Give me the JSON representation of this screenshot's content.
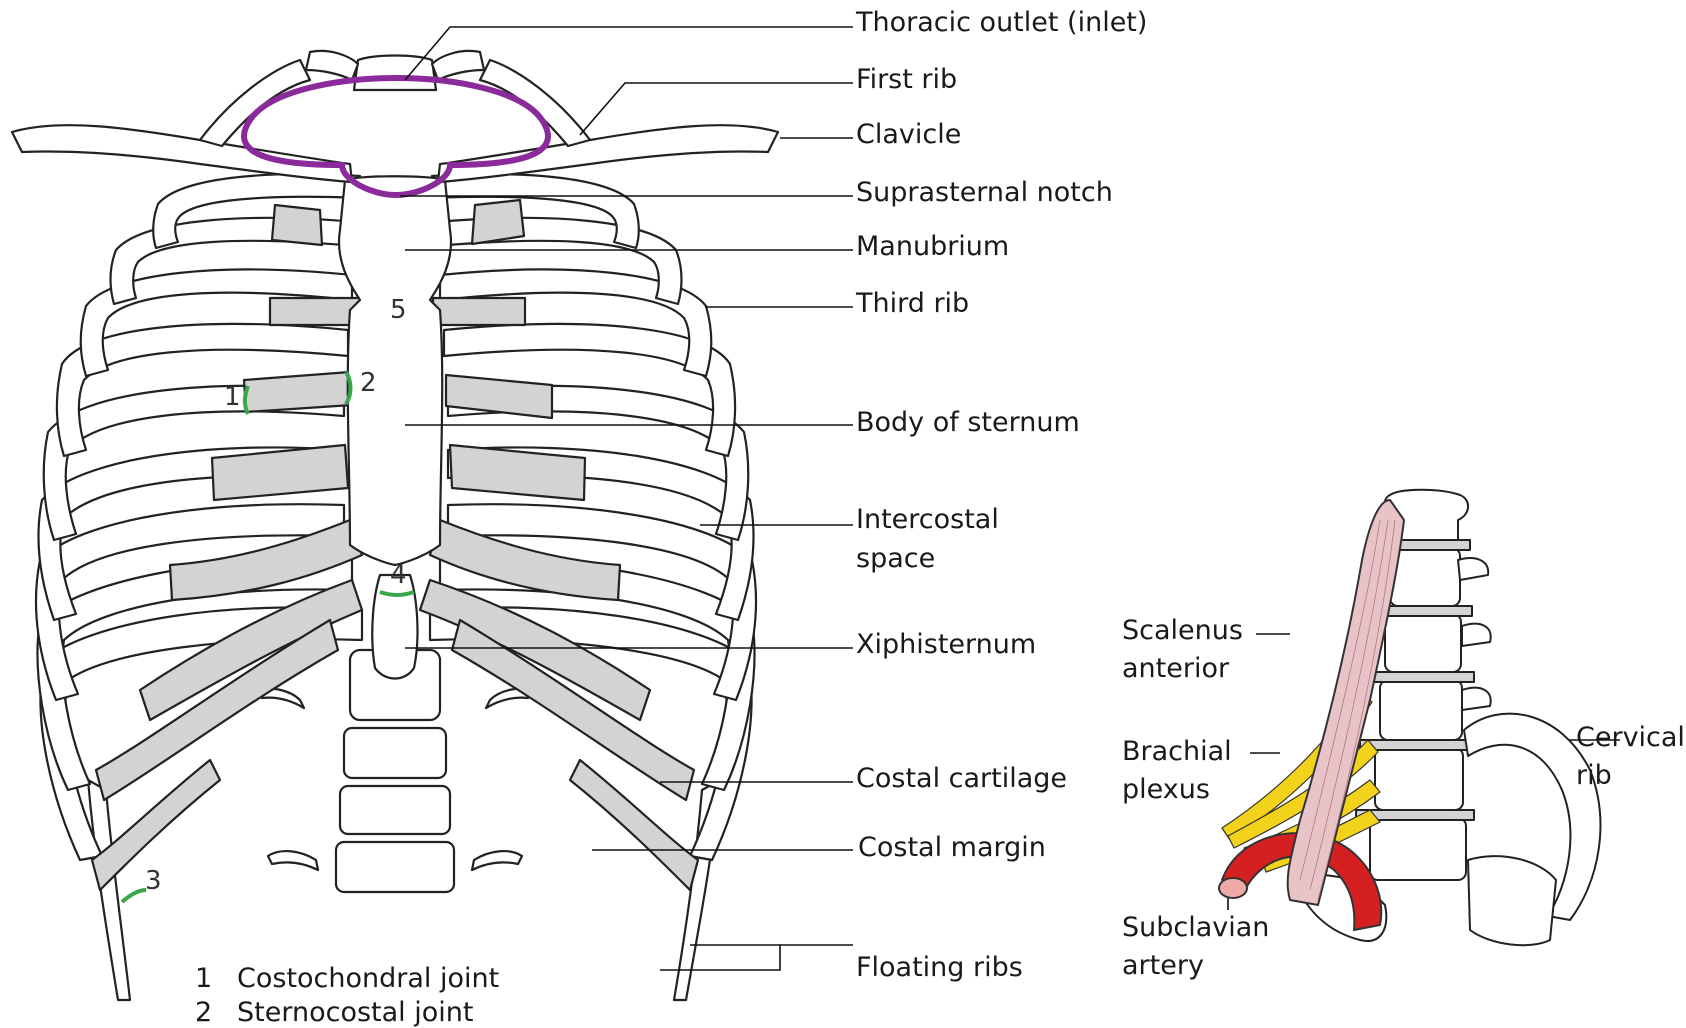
{
  "labels": {
    "thoracic_outlet": "Thoracic outlet (inlet)",
    "first_rib": "First rib",
    "clavicle": "Clavicle",
    "suprasternal_notch": "Suprasternal notch",
    "manubrium": "Manubrium",
    "third_rib": "Third rib",
    "body_of_sternum": "Body of sternum",
    "intercostal_space_line1": "Intercostal",
    "intercostal_space_line2": "space",
    "xiphisternum": "Xiphisternum",
    "costal_cartilage": "Costal cartilage",
    "costal_margin": "Costal margin",
    "floating_ribs": "Floating ribs"
  },
  "inset_labels": {
    "scalenus_line1": "Scalenus",
    "scalenus_line2": "anterior",
    "brachial_line1": "Brachial",
    "brachial_line2": "plexus",
    "subclavian_line1": "Subclavian",
    "subclavian_line2": "artery",
    "cervical_line1": "Cervical",
    "cervical_line2": "rib"
  },
  "joint_numbers": {
    "n1": "1",
    "n2": "2",
    "n3": "3",
    "n4": "4",
    "n5": "5"
  },
  "legend": [
    {
      "number": "1",
      "text": "Costochondral joint"
    },
    {
      "number": "2",
      "text": "Sternocostal joint"
    }
  ],
  "colors": {
    "thoracic_outlet_ring": "#8b2a9b",
    "joint_highlight": "#3aa64a",
    "cartilage": "#d3d3d3",
    "bone": "#ffffff",
    "outline": "#222222",
    "artery": "#d42020",
    "brachial_plexus": "#f2d21a",
    "scalene_muscle": "#e8c3c8"
  }
}
